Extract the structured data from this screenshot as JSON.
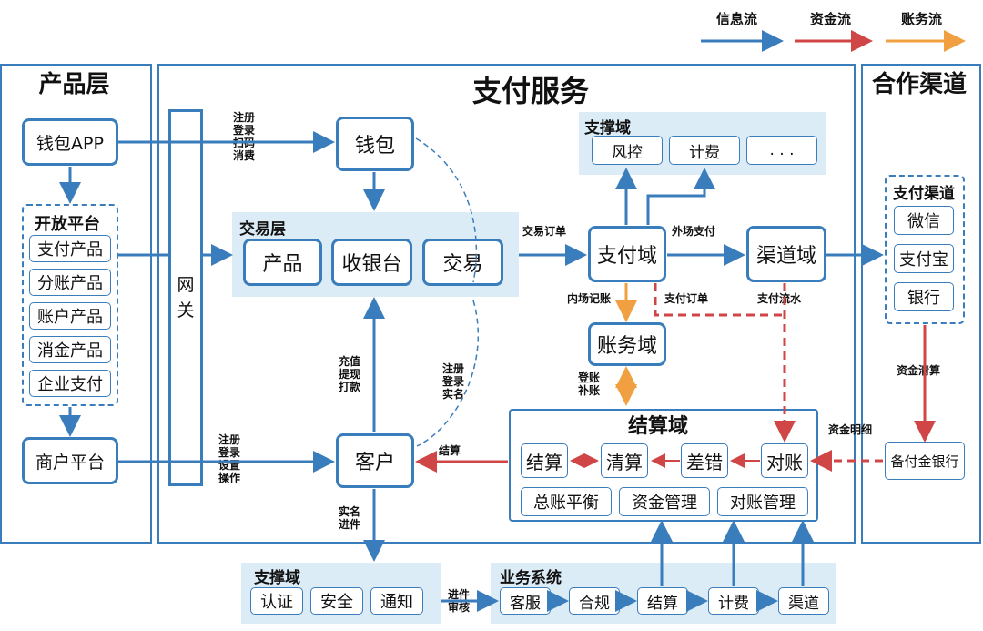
{
  "legend": {
    "info": "信息流",
    "funds": "资金流",
    "accounting": "账务流"
  },
  "colors": {
    "info": "#3a7dbd",
    "funds": "#d04545",
    "accounting": "#f0a040"
  },
  "product_layer": {
    "title": "产品层",
    "wallet_app": "钱包APP",
    "open_platform": {
      "title": "开放平台",
      "items": [
        "支付产品",
        "分账产品",
        "账户产品",
        "消金产品",
        "企业支付"
      ]
    },
    "merchant_platform": "商户平台"
  },
  "payment_service": {
    "title": "支付服务",
    "gateway": "网\n关",
    "wallet": "钱包",
    "trade_layer": {
      "title": "交易层",
      "items": [
        "产品",
        "收银台",
        "交易"
      ]
    },
    "support_top": {
      "title": "支撑域",
      "items": [
        "风控",
        "计费",
        ". . ."
      ]
    },
    "pay_domain": "支付域",
    "channel_domain": "渠道域",
    "account_domain": "账务域",
    "customer": "客户",
    "settlement": {
      "title": "结算域",
      "row1": [
        "结算",
        "清算",
        "差错",
        "对账"
      ],
      "row2": [
        "总账平衡",
        "资金管理",
        "对账管理"
      ]
    }
  },
  "partner": {
    "title": "合作渠道",
    "pay_channels": {
      "title": "支付渠道",
      "items": [
        "微信",
        "支付宝",
        "银行"
      ]
    },
    "reserve_bank": "备付金银行"
  },
  "bottom_support": {
    "title": "支撑域",
    "items": [
      "认证",
      "安全",
      "通知"
    ]
  },
  "business_system": {
    "title": "业务系统",
    "items": [
      "客服",
      "合规",
      "结算",
      "计费",
      "渠道"
    ]
  },
  "labels": {
    "wallet_ops": "注册\n登录\n扫码\n消费",
    "merchant_ops": "注册\n登录\n设置\n操作",
    "trade_order": "交易订单",
    "external_pay": "外场支付",
    "internal_book": "内场记账",
    "pay_order": "支付订单",
    "pay_flow": "支付流水",
    "recharge": "充值\n提现\n打款",
    "register": "注册\n登录\n实名",
    "settle": "结算",
    "book_fix": "登账\n补账",
    "fund_detail": "资金明细",
    "fund_clear": "资金清算",
    "realname": "实名\n进件",
    "onboard": "进件\n审核"
  }
}
